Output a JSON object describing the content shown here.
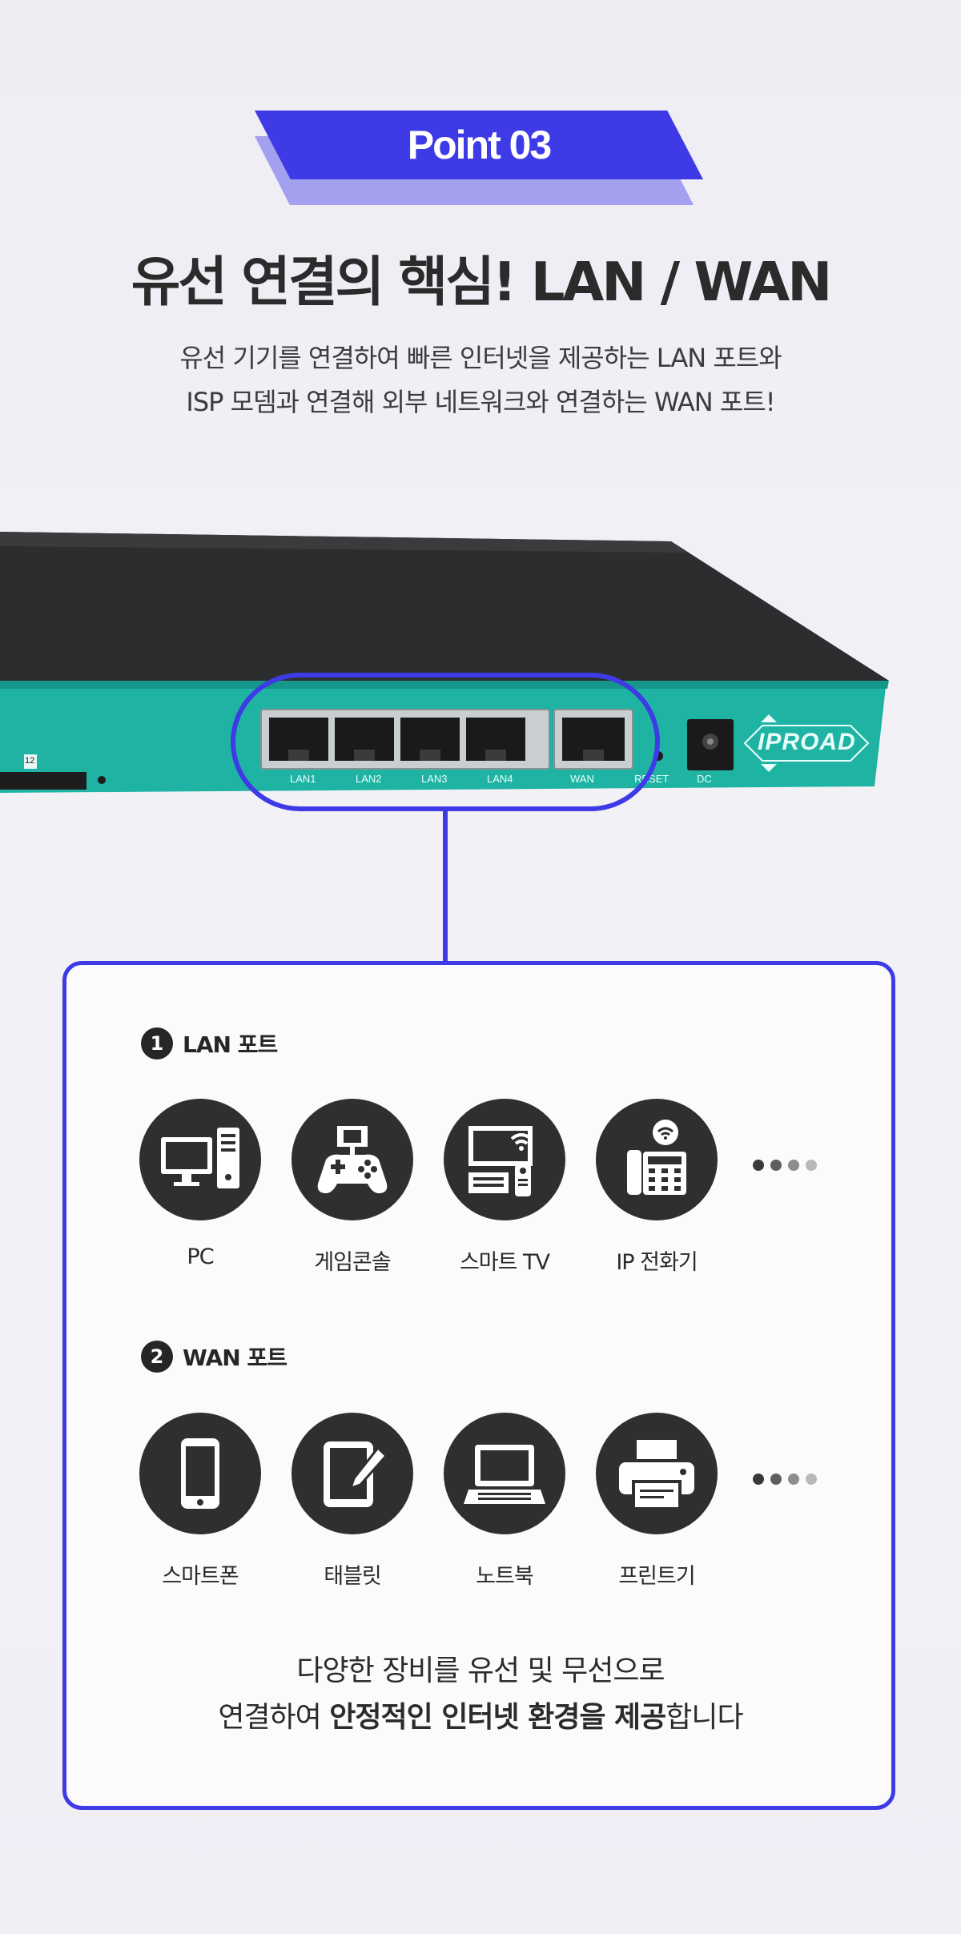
{
  "badge": {
    "text": "Point 03"
  },
  "headline": "유선 연결의 핵심! LAN / WAN",
  "subtitle": {
    "line1": "유선 기기를 연결하여 빠른 인터넷을 제공하는 LAN 포트와",
    "line2": "ISP 모뎀과 연결해 외부 네트워크와 연결하는 WAN 포트!"
  },
  "router": {
    "ports": [
      "LAN1",
      "LAN2",
      "LAN3",
      "LAN4",
      "WAN"
    ],
    "reset_label": "RESET",
    "dc_label": "DC",
    "logo": "IPROAD",
    "side_label": "12",
    "colors": {
      "body": "#1fb3a4",
      "top": "#2e2f31",
      "highlight": "#3e3ae6"
    }
  },
  "lan_section": {
    "number": "1",
    "title": "LAN 포트",
    "devices": [
      {
        "icon": "pc-icon",
        "label": "PC"
      },
      {
        "icon": "game-console-icon",
        "label": "게임콘솔"
      },
      {
        "icon": "smart-tv-icon",
        "label": "스마트 TV"
      },
      {
        "icon": "ip-phone-icon",
        "label": "IP 전화기"
      }
    ]
  },
  "wan_section": {
    "number": "2",
    "title": "WAN 포트",
    "devices": [
      {
        "icon": "smartphone-icon",
        "label": "스마트폰"
      },
      {
        "icon": "tablet-icon",
        "label": "태블릿"
      },
      {
        "icon": "laptop-icon",
        "label": "노트북"
      },
      {
        "icon": "printer-icon",
        "label": "프린트기"
      }
    ]
  },
  "closing": {
    "line1": "다양한 장비를 유선 및 무선으로",
    "line2_prefix": "연결하여 ",
    "line2_bold1": "안정적인 인터넷 환경을 제공",
    "line2_suffix": "합니다"
  }
}
